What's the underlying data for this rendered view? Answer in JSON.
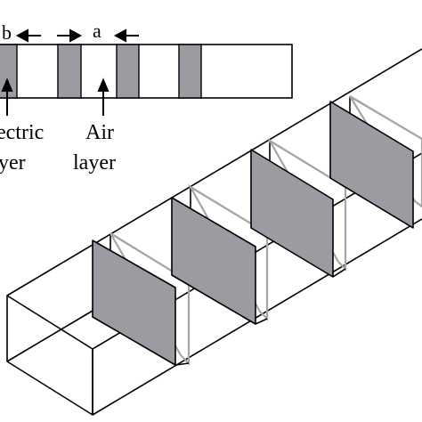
{
  "labels": {
    "b": "b",
    "a": "a",
    "dielectric_line1": "ectric",
    "dielectric_line2": "yer",
    "air_line1": "Air",
    "air_line2": "layer"
  },
  "colors": {
    "dielectric_fill": "#9a9ca1",
    "outline": "#000000",
    "air_plane": "#a6a6a6",
    "background": "#ffffff"
  },
  "structure": {
    "schematic_dielectric_strips": 4,
    "waveguide_dielectric_plates": 4,
    "waveguide_air_frames": 4
  }
}
